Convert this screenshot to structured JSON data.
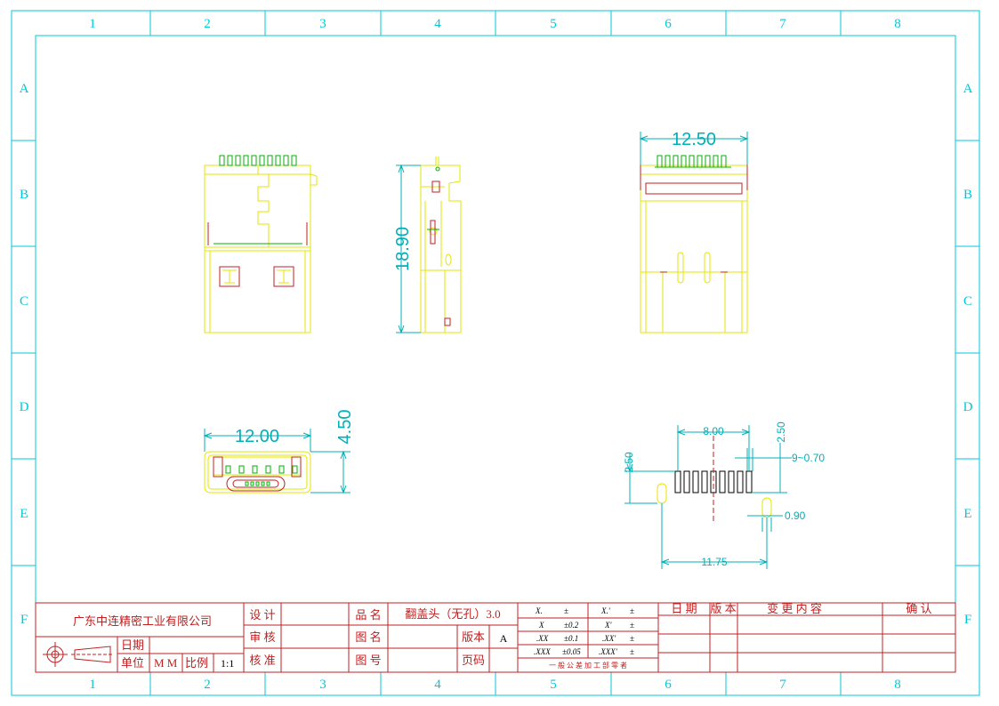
{
  "colors": {
    "frame": "#00c8d8",
    "outline": "#e6e600",
    "pin": "#00b000",
    "dimension": "#00b0b8",
    "title_block": "#c02020",
    "hidden": "#c02020"
  },
  "zones": {
    "columns": [
      "1",
      "2",
      "3",
      "4",
      "5",
      "6",
      "7",
      "8"
    ],
    "rows": [
      "A",
      "B",
      "C",
      "D",
      "E",
      "F"
    ]
  },
  "dimensions": {
    "top_width": "12.50",
    "side_height": "18.90",
    "front_width": "12.00",
    "front_height": "4.50",
    "pcb_pin_span": "8.00",
    "pcb_pitch": "2.50",
    "pcb_pin_count_dia": "9~0.70",
    "pcb_left_offset": "2.50",
    "pcb_hole_dia": "0.90",
    "pcb_peg_span": "11.75"
  },
  "title_block": {
    "company": "广东中连精密工业有限公司",
    "design_label": "设 计",
    "check_label": "审 核",
    "approve_label": "核 准",
    "part_name_label": "品 名",
    "drawing_name_label": "图 名",
    "drawing_no_label": "图 号",
    "part_name_value": "翻盖头（无孔）3.0",
    "version_label": "版本",
    "version_value": "A",
    "page_label": "页码",
    "date_label": "日期",
    "unit_label": "单位",
    "unit_value": "M M",
    "scale_label": "比例",
    "scale_value": "1:1",
    "tolerance": {
      "t1": "X.",
      "t1v": "±",
      "t2": "X.'",
      "t2v": "±",
      "t3": "X",
      "t3v": "±0.2",
      "t4": "X'",
      "t4v": "±",
      "t5": ".XX",
      "t5v": "±0.1",
      "t6": ".XX'",
      "t6v": "±",
      "t7": ".XXX",
      "t7v": "±0.05",
      "t8": ".XXX'",
      "t8v": "±",
      "note": "一 般 公 差 加 工 部 零 者"
    },
    "revision": {
      "date_header": "日 期",
      "version_header": "版 本",
      "change_header": "变 更 内 容",
      "confirm_header": "确 认"
    }
  }
}
